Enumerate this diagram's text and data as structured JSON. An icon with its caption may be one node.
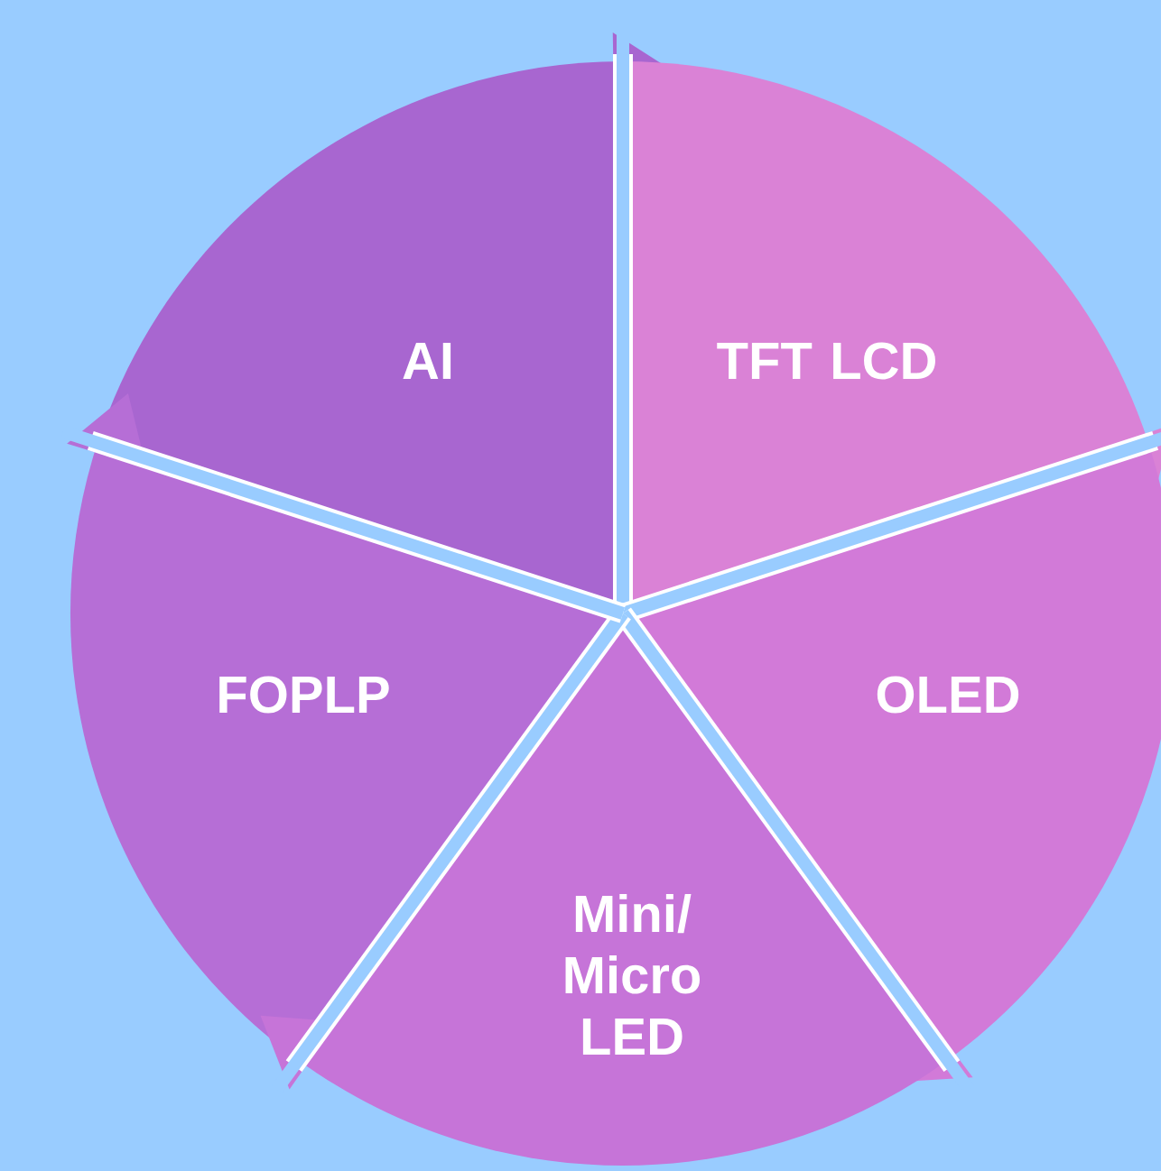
{
  "diagram": {
    "nodes": [
      {
        "text": [
          "AI"
        ]
      },
      {
        "text": [
          "TFT LCD"
        ]
      },
      {
        "text": [
          "FOPLP"
        ]
      },
      {
        "text": [
          "OLED"
        ]
      },
      {
        "text": [
          "Mini/ Micro LED"
        ]
      }
    ]
  }
}
